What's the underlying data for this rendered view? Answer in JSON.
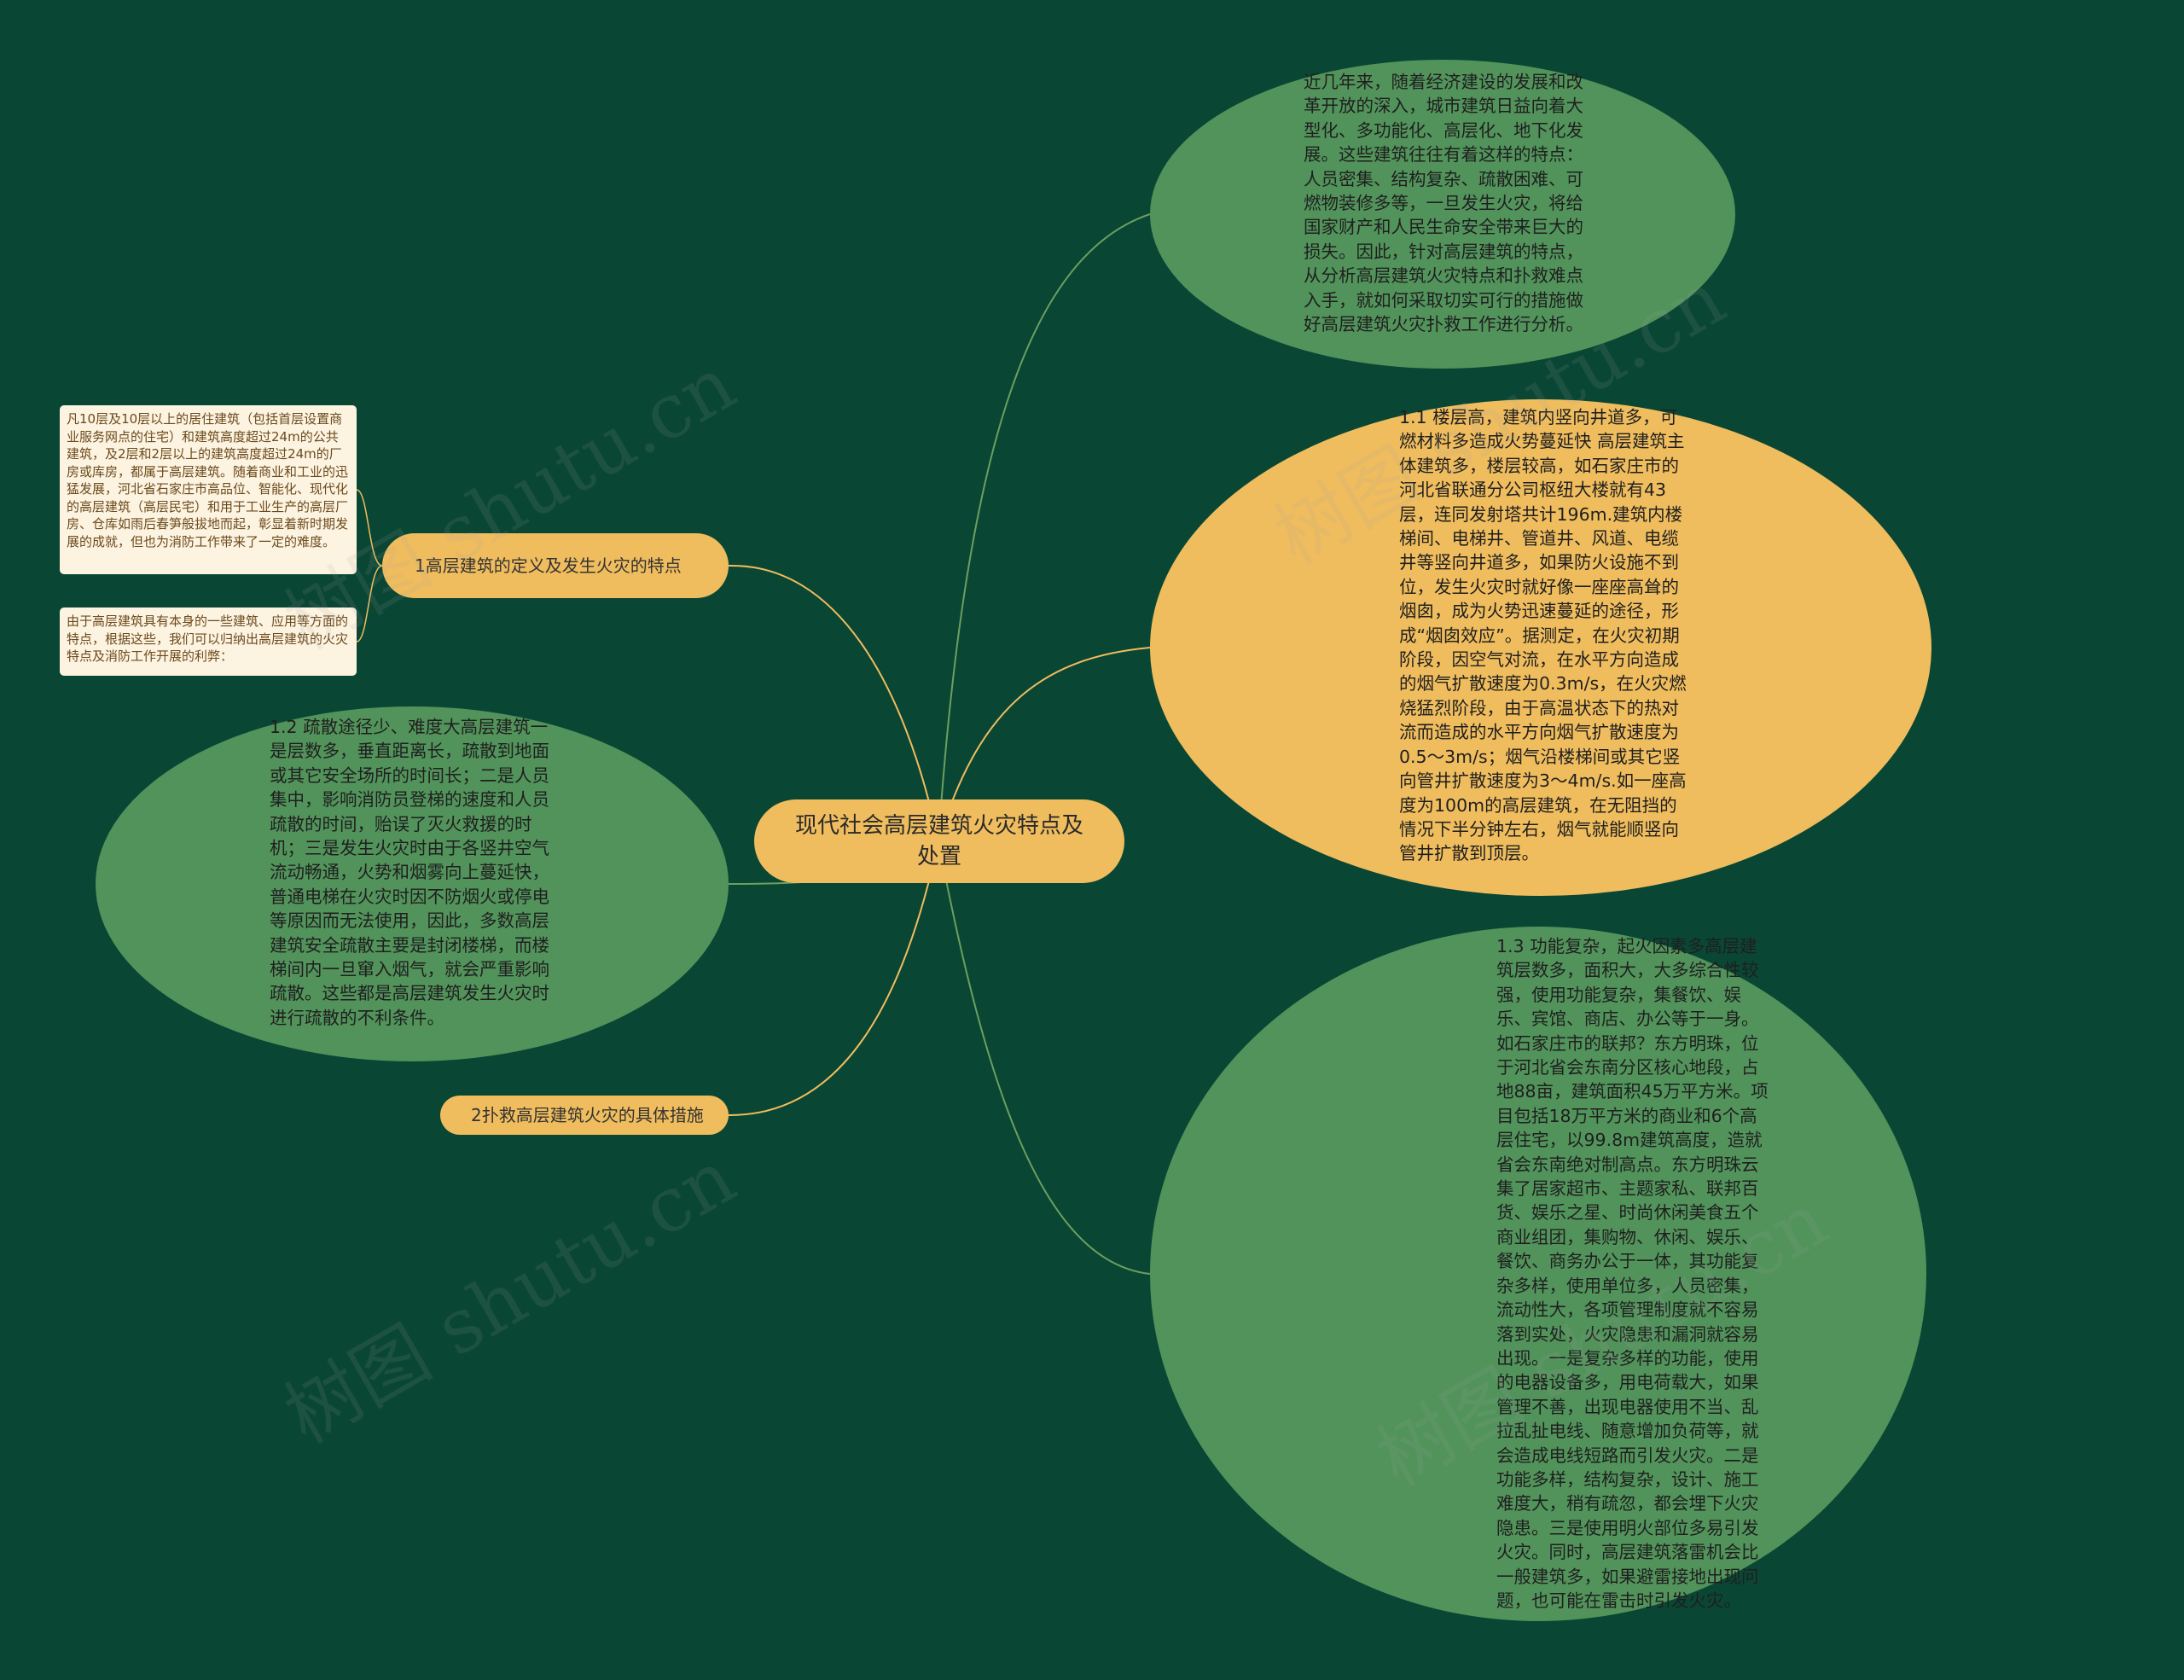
{
  "mindmap": {
    "center": "现代社会高层建筑火灾特点及处置",
    "branch1": "1高层建筑的定义及发生火灾的特点",
    "branch2": "2扑救高层建筑火灾的具体措施",
    "note1": "凡10层及10层以上的居住建筑（包括首层设置商业服务网点的住宅）和建筑高度超过24m的公共建筑，及2层和2层以上的建筑高度超过24m的厂房或库房，都属于高层建筑。随着商业和工业的迅猛发展，河北省石家庄市高品位、智能化、现代化的高层建筑（高层民宅）和用于工业生产的高层厂房、仓库如雨后春笋般拔地而起，彰显着新时期发展的成就，但也为消防工作带来了一定的难度。",
    "note2": "由于高层建筑具有本身的一些建筑、应用等方面的特点，根据这些，我们可以归纳出高层建筑的火灾特点及消防工作开展的利弊：",
    "intro": "近几年来，随着经济建设的发展和改革开放的深入，城市建筑日益向着大型化、多功能化、高层化、地下化发展。这些建筑往往有着这样的特点：人员密集、结构复杂、疏散困难、可燃物装修多等，一旦发生火灾，将给国家财产和人民生命安全带来巨大的损失。因此，针对高层建筑的特点，从分析高层建筑火灾特点和扑救难点入手，就如何采取切实可行的措施做好高层建筑火灾扑救工作进行分析。",
    "point1": "1.1 楼层高，建筑内竖向井道多，可燃材料多造成火势蔓延快 高层建筑主体建筑多，楼层较高，如石家庄市的河北省联通分公司枢纽大楼就有43层，连同发射塔共计196m.建筑内楼梯间、电梯井、管道井、风道、电缆井等竖向井道多，如果防火设施不到位，发生火灾时就好像一座座高耸的烟囱，成为火势迅速蔓延的途径，形成“烟囱效应”。据测定，在火灾初期阶段，因空气对流，在水平方向造成的烟气扩散速度为0.3m/s，在火灾燃烧猛烈阶段，由于高温状态下的热对流而造成的水平方向烟气扩散速度为0.5～3m/s；烟气沿楼梯间或其它竖向管井扩散速度为3～4m/s.如一座高度为100m的高层建筑，在无阻挡的情况下半分钟左右，烟气就能顺竖向管井扩散到顶层。",
    "point2": "1.2 疏散途径少、难度大高层建筑一是层数多，垂直距离长，疏散到地面或其它安全场所的时间长；二是人员集中，影响消防员登梯的速度和人员疏散的时间，贻误了灭火救援的时机；三是发生火灾时由于各竖井空气流动畅通，火势和烟雾向上蔓延快，普通电梯在火灾时因不防烟火或停电等原因而无法使用，因此，多数高层建筑安全疏散主要是封闭楼梯，而楼梯间内一旦窜入烟气，就会严重影响疏散。这些都是高层建筑发生火灾时进行疏散的不利条件。",
    "point3": "1.3 功能复杂，起火因素多高层建筑层数多，面积大，大多综合性较强，使用功能复杂，集餐饮、娱乐、宾馆、商店、办公等于一身。如石家庄市的联邦？东方明珠，位于河北省会东南分区核心地段，占地88亩，建筑面积45万平方米。项目包括18万平方米的商业和6个高层住宅，以99.8m建筑高度，造就省会东南绝对制高点。东方明珠云集了居家超市、主题家私、联邦百货、娱乐之星、时尚休闲美食五个商业组团，集购物、休闲、娱乐、餐饮、商务办公于一体，其功能复杂多样，使用单位多，人员密集，流动性大，各项管理制度就不容易落到实处，火灾隐患和漏洞就容易出现。一是复杂多样的功能，使用的电器设备多，用电荷载大，如果管理不善，出现电器使用不当、乱拉乱扯电线、随意增加负荷等，就会造成电线短路而引发火灾。二是功能多样，结构复杂，设计、施工难度大，稍有疏忽，都会埋下火灾隐患。三是使用明火部位多易引发火灾。同时，高层建筑落雷机会比一般建筑多，如果避雷接地出现问题，也可能在雷击时引发火灾。"
  },
  "watermarks": [
    "树图 shutu.cn",
    "树图 shutu.cn",
    "树图 shutu.cn",
    "树图 shutu.cn"
  ],
  "colors": {
    "background": "#0a4634",
    "orange": "#f0bd5e",
    "green": "#52935b",
    "note": "#fdf3e1",
    "line_green": "#6aa060",
    "line_orange": "#f0bd5e"
  }
}
